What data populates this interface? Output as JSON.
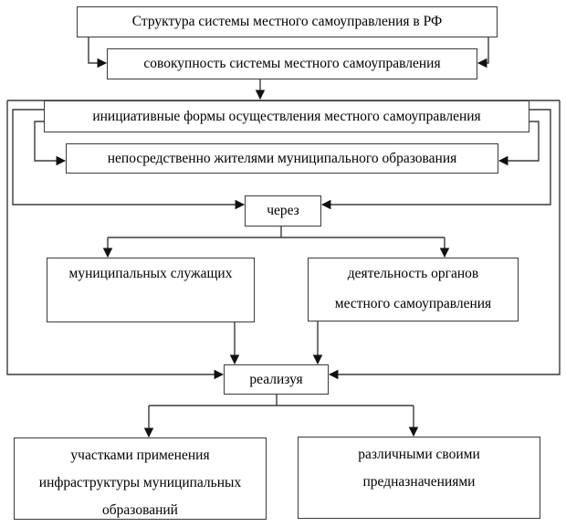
{
  "diagram": {
    "type": "flowchart",
    "language": "ru",
    "colors": {
      "background": "#ffffff",
      "box_border": "#3a3a3a",
      "connector_line": "#3a3a3a",
      "arrowhead": "#111111",
      "text": "#000000"
    },
    "nodes": {
      "title": {
        "label": "Структура системы местного самоуправления в РФ"
      },
      "sovokupnost": {
        "label": "совокупность системы местного самоуправления"
      },
      "initiative_forms": {
        "label": "инициативные формы осуществления местного самоуправления"
      },
      "residents": {
        "label": "непосредственно жителями муниципального образования"
      },
      "cherez": {
        "label": "через"
      },
      "municipal_employees": {
        "label": "муниципальных служащих"
      },
      "activity_of_bodies": {
        "lines": [
          "деятельность органов",
          "местного самоуправления"
        ]
      },
      "realizuya": {
        "label": "реализуя"
      },
      "infrastructure_areas": {
        "lines": [
          "участками применения",
          "инфраструктуры муниципальных",
          "образований"
        ]
      },
      "various_purposes": {
        "lines": [
          "различными своими",
          "предназначениями"
        ]
      }
    }
  }
}
